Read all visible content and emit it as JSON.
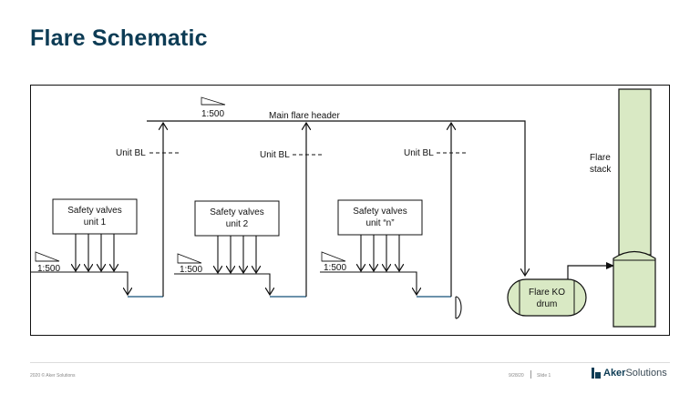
{
  "slide": {
    "title": "Flare Schematic"
  },
  "diagram": {
    "units": [
      {
        "box_line1": "Safety valves",
        "box_line2": "unit 1",
        "slope": "1:500"
      },
      {
        "box_line1": "Safety valves",
        "box_line2": "unit 2",
        "slope": "1:500"
      },
      {
        "box_line1": "Safety valves",
        "box_line2": "unit “n”",
        "slope": "1:500"
      }
    ],
    "unit_bl_label": "Unit BL",
    "header_slope": "1:500",
    "main_header_label": "Main flare header",
    "ko_drum_line1": "Flare KO",
    "ko_drum_line2": "drum",
    "stack_line1": "Flare",
    "stack_line2": "stack",
    "colors": {
      "stack_fill": "#d9e9c4",
      "drum_fill": "#d9e9c4",
      "pipe_accent": "#3a6f8f"
    }
  },
  "footer": {
    "copyright": "2020 © Aker Solutions",
    "date": "9/28/20",
    "slide_label": "Slide 1",
    "brand_bold": "Aker",
    "brand_light": "Solutions"
  }
}
